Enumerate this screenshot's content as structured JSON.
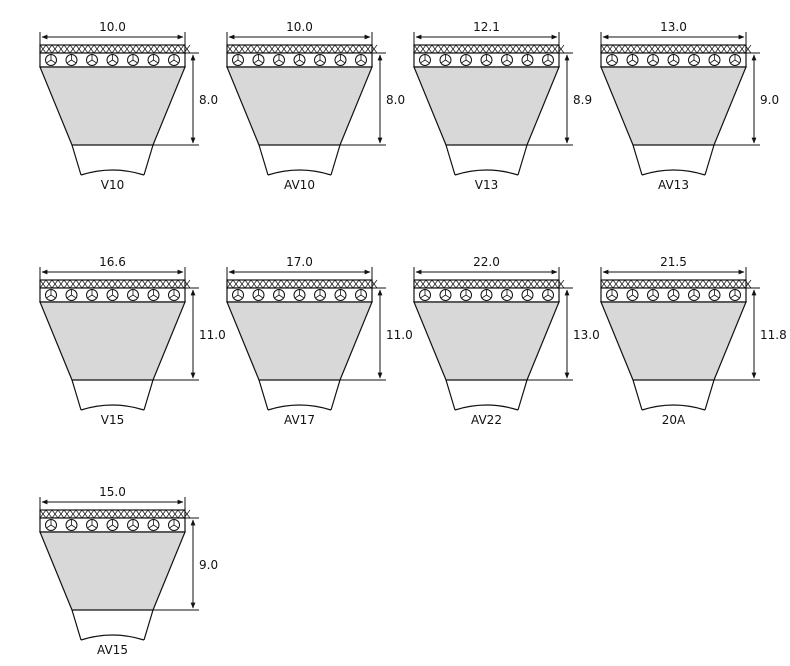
{
  "colors": {
    "body_fill": "#d8d8d8",
    "outline": "#111111",
    "cord_fill": "#ffffff",
    "background": "#ffffff"
  },
  "belts": [
    {
      "id": "v10",
      "name": "V10",
      "top_width": "10.0",
      "height": "8.0"
    },
    {
      "id": "av10",
      "name": "AV10",
      "top_width": "10.0",
      "height": "8.0"
    },
    {
      "id": "v13",
      "name": "V13",
      "top_width": "12.1",
      "height": "8.9"
    },
    {
      "id": "av13",
      "name": "AV13",
      "top_width": "13.0",
      "height": "9.0"
    },
    {
      "id": "v15",
      "name": "V15",
      "top_width": "16.6",
      "height": "11.0"
    },
    {
      "id": "av17",
      "name": "AV17",
      "top_width": "17.0",
      "height": "11.0"
    },
    {
      "id": "av22",
      "name": "AV22",
      "top_width": "22.0",
      "height": "13.0"
    },
    {
      "id": "20a",
      "name": "20A",
      "top_width": "21.5",
      "height": "11.8"
    },
    {
      "id": "av15",
      "name": "AV15",
      "top_width": "15.0",
      "height": "9.0"
    }
  ]
}
